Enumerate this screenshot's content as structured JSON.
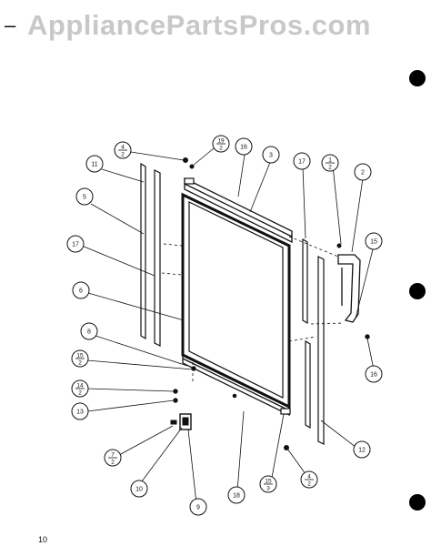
{
  "watermark": "AppliancePartsPros.com",
  "page_number": "10",
  "callouts": [
    {
      "name": "callout-4-2-top",
      "num": "4",
      "den": "2",
      "fraction": true
    },
    {
      "name": "callout-19-2",
      "num": "19",
      "den": "2",
      "fraction": true
    },
    {
      "name": "callout-16-top",
      "num": "16",
      "fraction": false
    },
    {
      "name": "callout-3",
      "num": "3",
      "fraction": false
    },
    {
      "name": "callout-17-right",
      "num": "17",
      "fraction": false
    },
    {
      "name": "callout-1-2",
      "num": "1",
      "den": "2",
      "fraction": true
    },
    {
      "name": "callout-2",
      "num": "2",
      "fraction": false
    },
    {
      "name": "callout-11",
      "num": "11",
      "fraction": false
    },
    {
      "name": "callout-5",
      "num": "5",
      "fraction": false
    },
    {
      "name": "callout-17-left",
      "num": "17",
      "fraction": false
    },
    {
      "name": "callout-6",
      "num": "6",
      "fraction": false
    },
    {
      "name": "callout-15",
      "num": "15",
      "fraction": false
    },
    {
      "name": "callout-16-right",
      "num": "16",
      "fraction": false
    },
    {
      "name": "callout-8",
      "num": "8",
      "fraction": false
    },
    {
      "name": "callout-15-2",
      "num": "15",
      "den": "2",
      "fraction": true
    },
    {
      "name": "callout-14-2",
      "num": "14",
      "den": "2",
      "fraction": true
    },
    {
      "name": "callout-13",
      "num": "13",
      "fraction": false
    },
    {
      "name": "callout-7-2",
      "num": "7",
      "den": "2",
      "fraction": true
    },
    {
      "name": "callout-10",
      "num": "10",
      "fraction": false
    },
    {
      "name": "callout-9",
      "num": "9",
      "fraction": false
    },
    {
      "name": "callout-18",
      "num": "18",
      "fraction": false
    },
    {
      "name": "callout-15-3",
      "num": "15",
      "den": "3",
      "fraction": true
    },
    {
      "name": "callout-4-2-bottom",
      "num": "4",
      "den": "2",
      "fraction": true
    },
    {
      "name": "callout-12",
      "num": "12",
      "fraction": false
    }
  ]
}
